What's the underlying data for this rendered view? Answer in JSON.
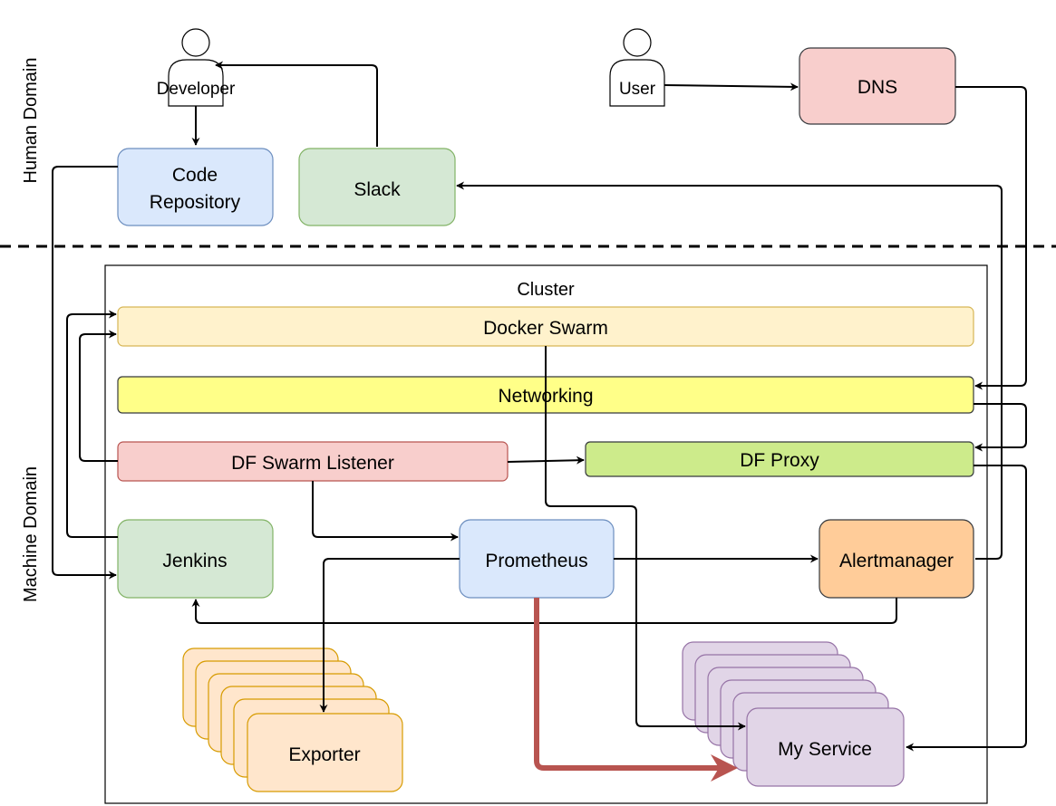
{
  "domains": {
    "human": "Human Domain",
    "machine": "Machine Domain"
  },
  "actors": {
    "developer": "Developer",
    "user": "User"
  },
  "nodes": {
    "dns": "DNS",
    "code_repo_line1": "Code",
    "code_repo_line2": "Repository",
    "slack": "Slack",
    "cluster": "Cluster",
    "docker_swarm": "Docker Swarm",
    "networking": "Networking",
    "df_swarm_listener": "DF Swarm Listener",
    "df_proxy": "DF Proxy",
    "jenkins": "Jenkins",
    "prometheus": "Prometheus",
    "alertmanager": "Alertmanager",
    "exporter": "Exporter",
    "my_service": "My Service"
  },
  "colors": {
    "blue_fill": "#dae8fc",
    "blue_stroke": "#6c8ebf",
    "green_fill": "#d5e8d4",
    "green_stroke": "#82b366",
    "red_fill": "#f8cecc",
    "red_stroke": "#b85450",
    "swarm_fill": "#fff2cc",
    "swarm_stroke": "#d6b656",
    "yellow_fill": "#ffff88",
    "yellow_stroke": "#36393d",
    "lime_fill": "#cdeb8b",
    "orange_fill": "#ffcc99",
    "orange_stroke": "#36393d",
    "exporter_fill": "#ffe6cc",
    "exporter_stroke": "#d79b00",
    "purple_fill": "#e1d5e7",
    "purple_stroke": "#9673a6",
    "highlight_arrow": "#b85450"
  }
}
